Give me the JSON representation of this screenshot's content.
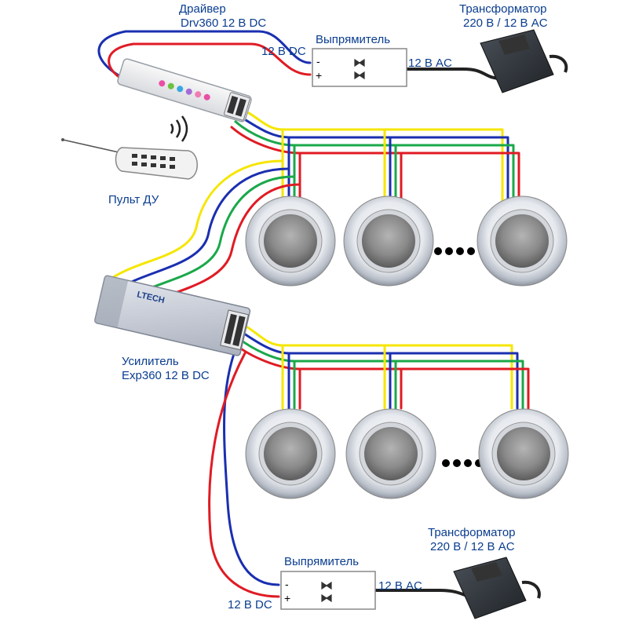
{
  "driver": {
    "title": "Драйвер",
    "model": "Drv360 12 В DC"
  },
  "transformer_top": {
    "title": "Трансформатор",
    "spec": "220 В / 12 В AC"
  },
  "rectifier_top": {
    "title": "Выпрямитель",
    "dc_label": "12 В DC",
    "ac_label": "12 В AC",
    "minus": "-",
    "plus": "+"
  },
  "remote": {
    "label": "Пульт ДУ"
  },
  "amplifier": {
    "title": "Усилитель",
    "model": "Exp360 12 В DC",
    "brand": "LTECH"
  },
  "transformer_bottom": {
    "title": "Трансформатор",
    "spec": "220 В / 12 В AC"
  },
  "rectifier_bottom": {
    "title": "Выпрямитель",
    "dc_label": "12 В DC",
    "ac_label": "12 В AC",
    "minus": "-",
    "plus": "+"
  },
  "wire_colors": {
    "yellow": "#f5e600",
    "blue": "#1a2fb0",
    "green": "#1aa84a",
    "red": "#e01b24"
  }
}
